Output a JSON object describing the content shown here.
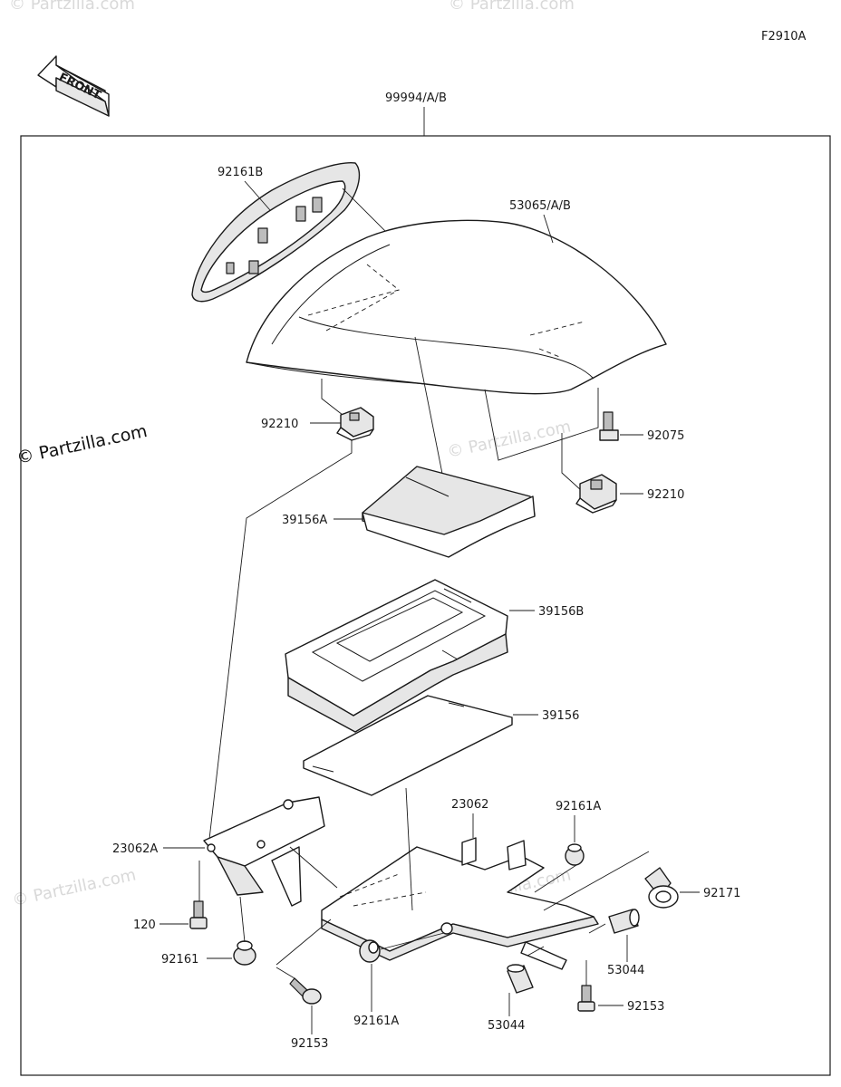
{
  "figure_code": "F2910A",
  "front_label": "FRONT",
  "assembly_label": "99994/A/B",
  "watermarks": {
    "main": "© Partzilla.com",
    "faint": "© Partzilla.com"
  },
  "parts": {
    "p_92161B": "92161B",
    "p_53065": "53065/A/B",
    "p_92210_left": "92210",
    "p_92075": "92075",
    "p_92210_right": "92210",
    "p_39156A": "39156A",
    "p_39156B": "39156B",
    "p_39156": "39156",
    "p_23062": "23062",
    "p_92161A_top": "92161A",
    "p_23062A": "23062A",
    "p_92171": "92171",
    "p_120": "120",
    "p_53044_right": "53044",
    "p_92161": "92161",
    "p_92153_right": "92153",
    "p_92153_bottom": "92153",
    "p_92161A_bottom": "92161A",
    "p_53044_bottom": "53044"
  },
  "colors": {
    "line": "#1a1a1a",
    "watermark": "#d9d9d9",
    "background": "#ffffff"
  }
}
